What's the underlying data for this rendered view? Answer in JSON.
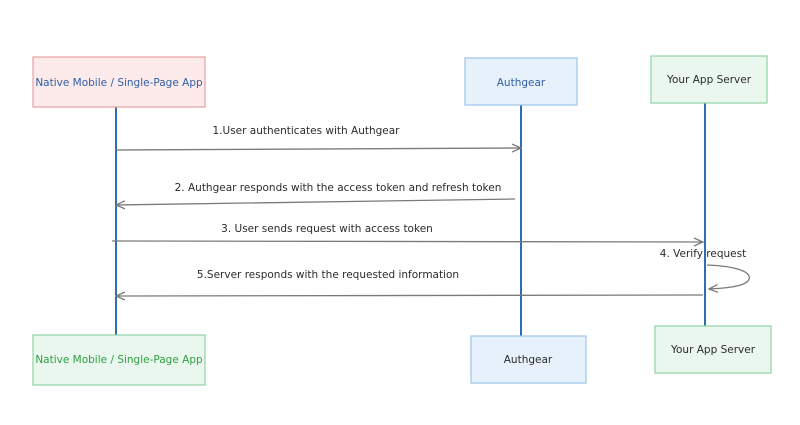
{
  "actors": {
    "client": {
      "top_label": "Native Mobile / Single-Page App",
      "bottom_label": "Native Mobile / Single-Page App",
      "top_text_color": "#2f5fa7",
      "bottom_text_color": "#2f9e44",
      "fill": "#fdeaea",
      "stroke": "#e8a0a0",
      "bottom_fill": "#eaf7ee",
      "bottom_stroke": "#8fd3a3",
      "lifeline_color": "#2f6fb0"
    },
    "authgear": {
      "top_label": "Authgear",
      "bottom_label": "Authgear",
      "top_text_color": "#2f5fa7",
      "bottom_text_color": "#2b2b2b",
      "fill": "#e6f1fb",
      "stroke": "#9cc5ea",
      "bottom_fill": "#e6f1fb",
      "bottom_stroke": "#9cc5ea",
      "lifeline_color": "#2f6fb0"
    },
    "server": {
      "top_label": "Your App Server",
      "bottom_label": "Your App Server",
      "top_text_color": "#2b2b2b",
      "bottom_text_color": "#2b2b2b",
      "fill": "#eaf7ee",
      "stroke": "#8fd3a3",
      "bottom_fill": "#eaf7ee",
      "bottom_stroke": "#8fd3a3",
      "lifeline_color": "#2f6fb0"
    }
  },
  "messages": [
    {
      "label": "1.User authenticates with Authgear",
      "from": "client",
      "to": "authgear"
    },
    {
      "label": "2. Authgear responds with the access token and refresh token",
      "from": "authgear",
      "to": "client"
    },
    {
      "label": "3. User sends request with access token",
      "from": "client",
      "to": "server"
    },
    {
      "label": "4. Verify request",
      "from": "server",
      "to": "server"
    },
    {
      "label": "5.Server responds with the requested information",
      "from": "server",
      "to": "client"
    }
  ],
  "arrow_color": "#7a7a7a"
}
